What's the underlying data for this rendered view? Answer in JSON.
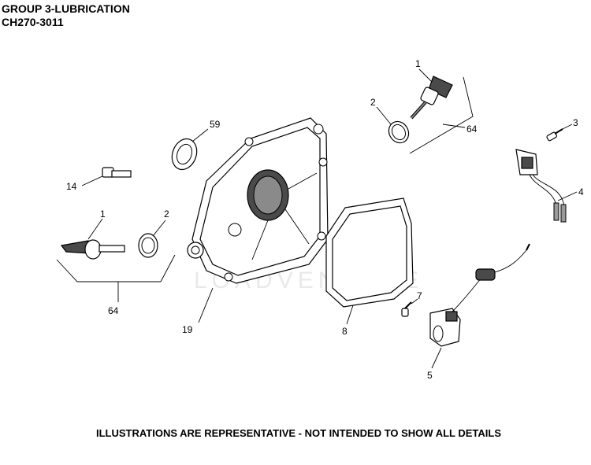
{
  "header": {
    "group_title": "GROUP 3-LUBRICATION",
    "model": "CH270-3011"
  },
  "watermark": "LOADVENTURE",
  "footer": "ILLUSTRATIONS ARE REPRESENTATIVE - NOT INTENDED TO SHOW ALL DETAILS",
  "callouts": {
    "dipstick_top": "1",
    "oring_top": "2",
    "kit_top": "64",
    "screw_3": "3",
    "oil_sensor_4": "4",
    "bolt_14": "14",
    "seal_59": "59",
    "dipstick_left": "1",
    "oring_left": "2",
    "kit_left": "64",
    "closure_plate": "19",
    "gasket": "8",
    "screw_7": "7",
    "oil_sentry": "5"
  }
}
